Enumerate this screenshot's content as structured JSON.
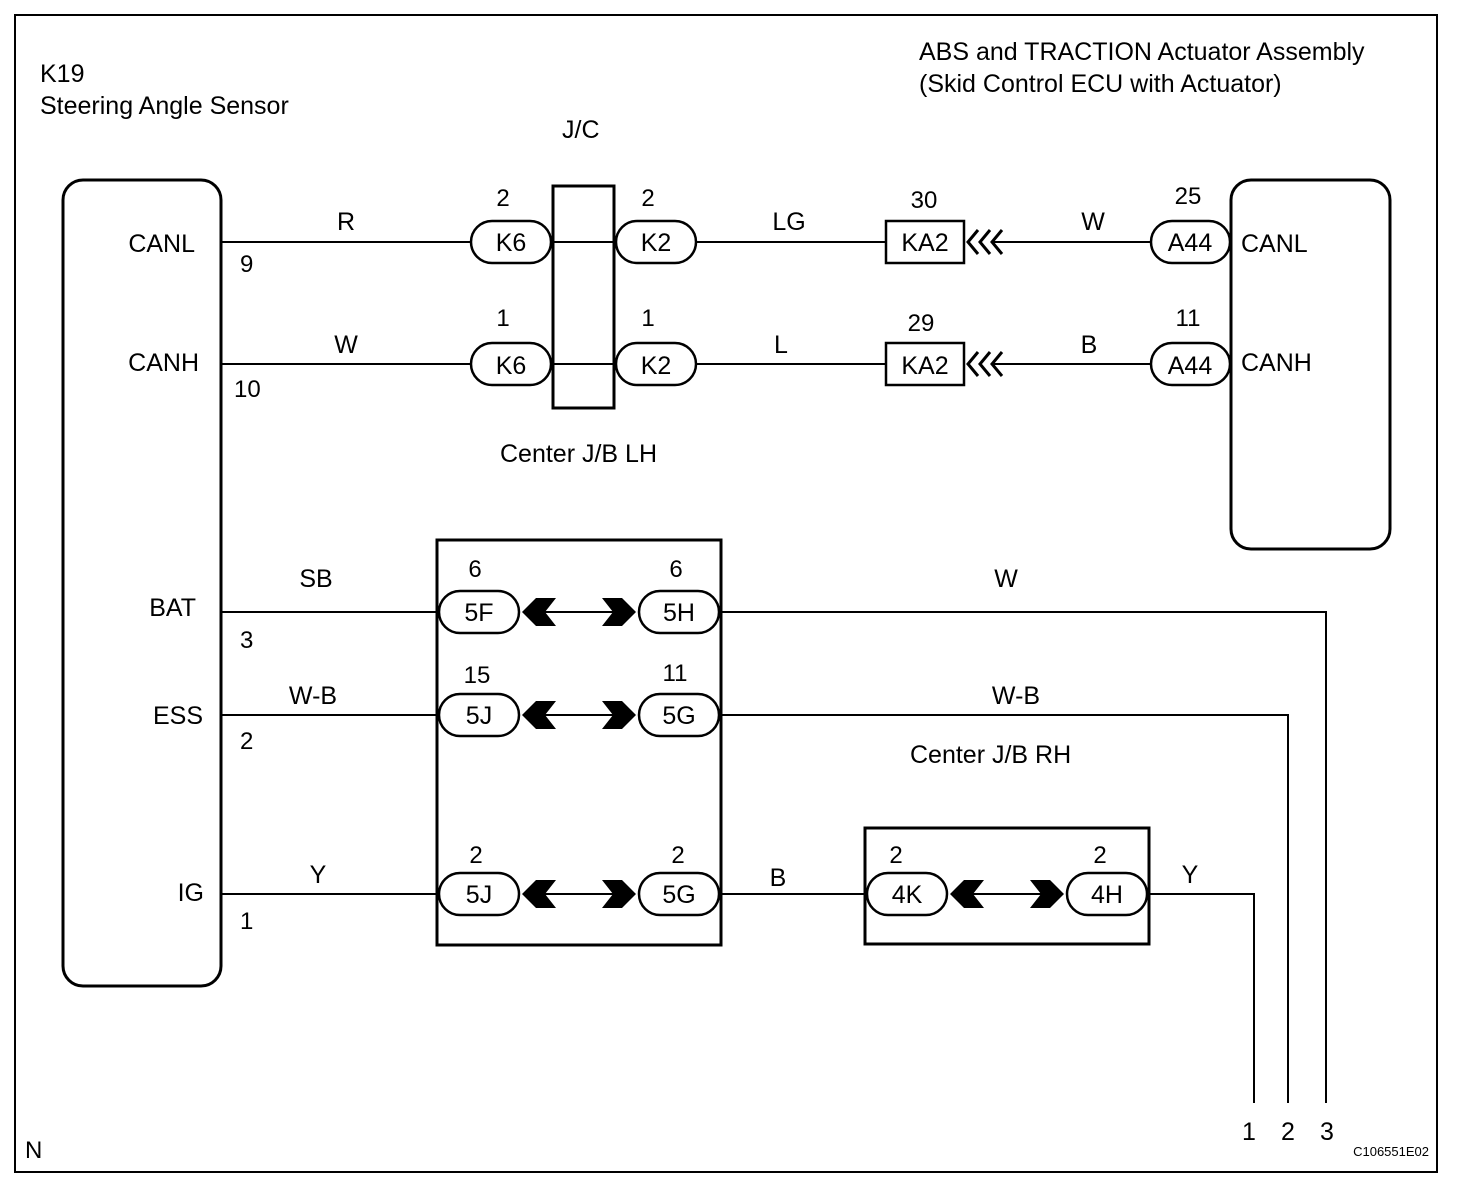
{
  "sensor": {
    "code": "K19",
    "name": "Steering Angle Sensor"
  },
  "actuator": {
    "line1": "ABS and TRACTION Actuator Assembly",
    "line2": "(Skid Control ECU with Actuator)"
  },
  "jc_label": "J/C",
  "jb_lh_label": "Center J/B LH",
  "jb_rh_label": "Center J/B RH",
  "sensor_pins": [
    {
      "name": "CANL",
      "num": "9"
    },
    {
      "name": "CANH",
      "num": "10"
    },
    {
      "name": "BAT",
      "num": "3"
    },
    {
      "name": "ESS",
      "num": "2"
    },
    {
      "name": "IG",
      "num": "1"
    }
  ],
  "ecu_pins": [
    {
      "name": "CANL",
      "num": "25",
      "conn": "A44"
    },
    {
      "name": "CANH",
      "num": "11",
      "conn": "A44"
    }
  ],
  "can_rows": [
    {
      "wire1": "R",
      "k6_pin": "2",
      "k6": "K6",
      "k2_pin": "2",
      "k2": "K2",
      "wire2": "LG",
      "ka2_pin": "30",
      "ka2": "KA2",
      "wire3": "W"
    },
    {
      "wire1": "W",
      "k6_pin": "1",
      "k6": "K6",
      "k2_pin": "1",
      "k2": "K2",
      "wire2": "L",
      "ka2_pin": "29",
      "ka2": "KA2",
      "wire3": "B"
    }
  ],
  "power_rows": [
    {
      "wire1": "SB",
      "left_pin": "6",
      "left": "5F",
      "right_pin": "6",
      "right": "5H",
      "wire2": "W"
    },
    {
      "wire1": "W-B",
      "left_pin": "15",
      "left": "5J",
      "right_pin": "11",
      "right": "5G",
      "wire2": "W-B"
    },
    {
      "wire1": "Y",
      "left_pin": "2",
      "left": "5J",
      "right_pin": "2",
      "right": "5G",
      "wire2": "B"
    }
  ],
  "rh_row": {
    "left_pin": "2",
    "left": "4K",
    "right_pin": "2",
    "right": "4H",
    "wire": "Y"
  },
  "bottom_terminals": [
    "1",
    "2",
    "3"
  ],
  "corner_letter": "N",
  "figure_code": "C106551E02"
}
